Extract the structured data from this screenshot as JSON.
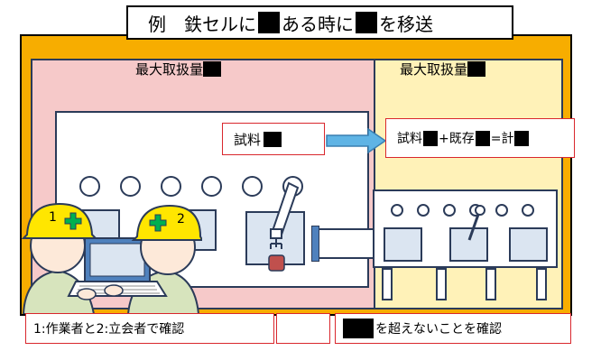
{
  "title": "例　鉄セルに　　ある時に　　を移送",
  "title_parts": [
    "例　鉄セルに",
    "ある時に",
    "を移送"
  ],
  "room1": {
    "label": "最大取扱量"
  },
  "room2": {
    "label": "最大取扱量"
  },
  "sample_box": {
    "text": "試料"
  },
  "total_box": {
    "sample": "試料",
    "plus_existing": "+既存",
    "eq_total": "=計"
  },
  "workers": {
    "worker1": "1",
    "worker2": "2"
  },
  "bottom_left": "1:作業者と2:立会者で確認",
  "bottom_right": "を超えないことを確認",
  "colors": {
    "outer": "#f7ad00",
    "room1": "#f6c9c9",
    "room2": "#fff2b8",
    "arrow": "#5fb4e5",
    "red_border": "#d9272d",
    "redaction": "#000000"
  }
}
